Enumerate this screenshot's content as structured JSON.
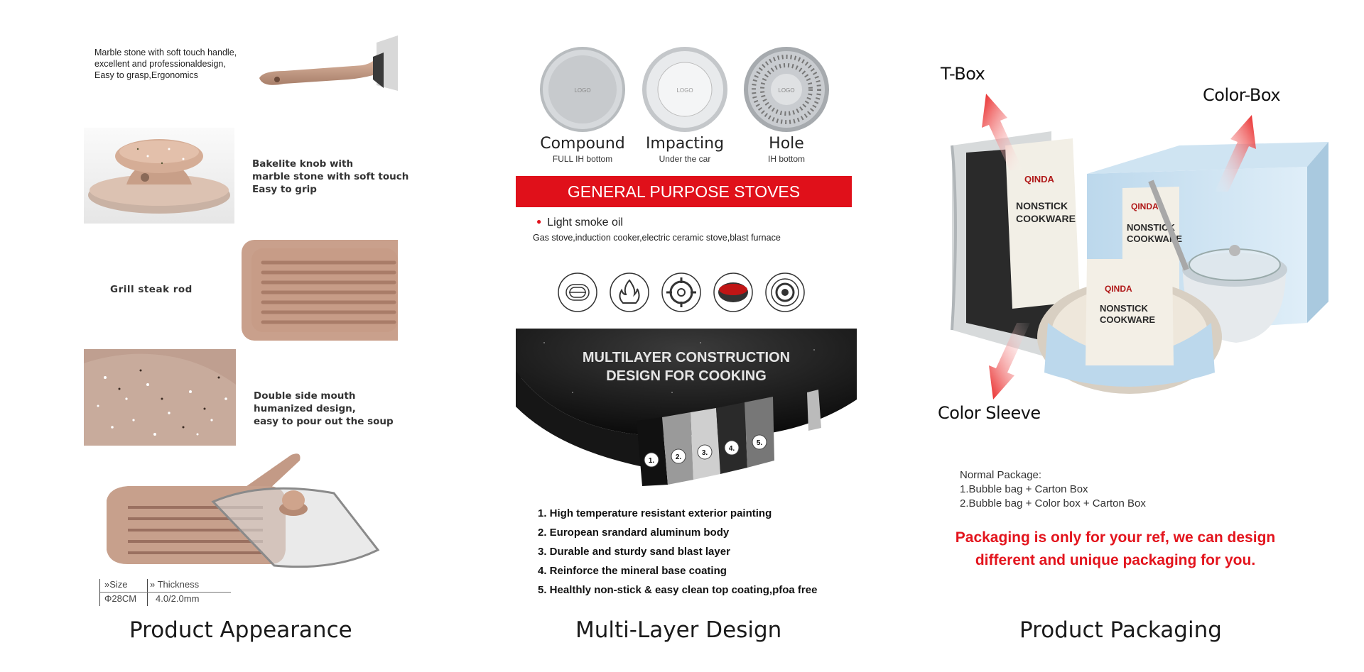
{
  "panel_appearance": {
    "caption": "Product Appearance",
    "handle_text": [
      "Marble stone with soft touch handle,",
      "excellent and professionaldesign,",
      "Easy to grasp,Ergonomics"
    ],
    "knob_text": [
      "Bakelite knob with",
      "marble stone with soft touch",
      "Easy to grip"
    ],
    "grill_text": "Grill steak rod",
    "mouth_text": [
      "Double side mouth",
      "humanized design,",
      "easy to pour out the soup"
    ],
    "spec": {
      "size_label": "»Size",
      "thickness_label": "» Thickness",
      "size_value": "Φ28CM",
      "thickness_value": "4.0/2.0mm"
    }
  },
  "panel_layers": {
    "caption": "Multi-Layer Design",
    "bottoms": [
      {
        "title": "Compound",
        "sub": "FULL IH bottom",
        "logo": "LOGO"
      },
      {
        "title": "Impacting",
        "sub": "Under the car",
        "logo": "LOGO"
      },
      {
        "title": "Hole",
        "sub": "IH bottom",
        "logo": "LOGO"
      }
    ],
    "banner": "GENERAL PURPOSE STOVES",
    "bullet": "Light smoke oil",
    "stoves_line": "Gas stove,induction cooker,electric ceramic stove,blast furnace",
    "stove_icons": [
      "coil-stove-icon",
      "gas-flame-icon",
      "gas-burner-icon",
      "ceramic-plate-icon",
      "induction-icon"
    ],
    "construction_title": [
      "MULTILAYER CONSTRUCTION",
      "DESIGN FOR COOKING"
    ],
    "layer_numbers": [
      "1.",
      "2.",
      "3.",
      "4.",
      "5."
    ],
    "layers": [
      "1. High temperature resistant exterior painting",
      "2. European srandard aluminum body",
      "3. Durable and sturdy sand blast layer",
      "4. Reinforce the mineral base coating",
      "5. Healthly non-stick & easy clean top coating,pfoa free"
    ]
  },
  "panel_packaging": {
    "caption": "Product Packaging",
    "labels": {
      "tbox": "T-Box",
      "colorbox": "Color-Box",
      "sleeve": "Color Sleeve"
    },
    "box_brand": "QINDA",
    "box_text": [
      "NONSTICK",
      "COOKWARE"
    ],
    "normal_package": [
      "Normal Package:",
      "1.Bubble bag + Carton Box",
      "2.Bubble bag + Color box + Carton Box"
    ],
    "note": [
      "Packaging is only for your ref, we can design",
      "different and unique packaging for you."
    ],
    "colors": {
      "accent_red": "#e3141d"
    }
  }
}
